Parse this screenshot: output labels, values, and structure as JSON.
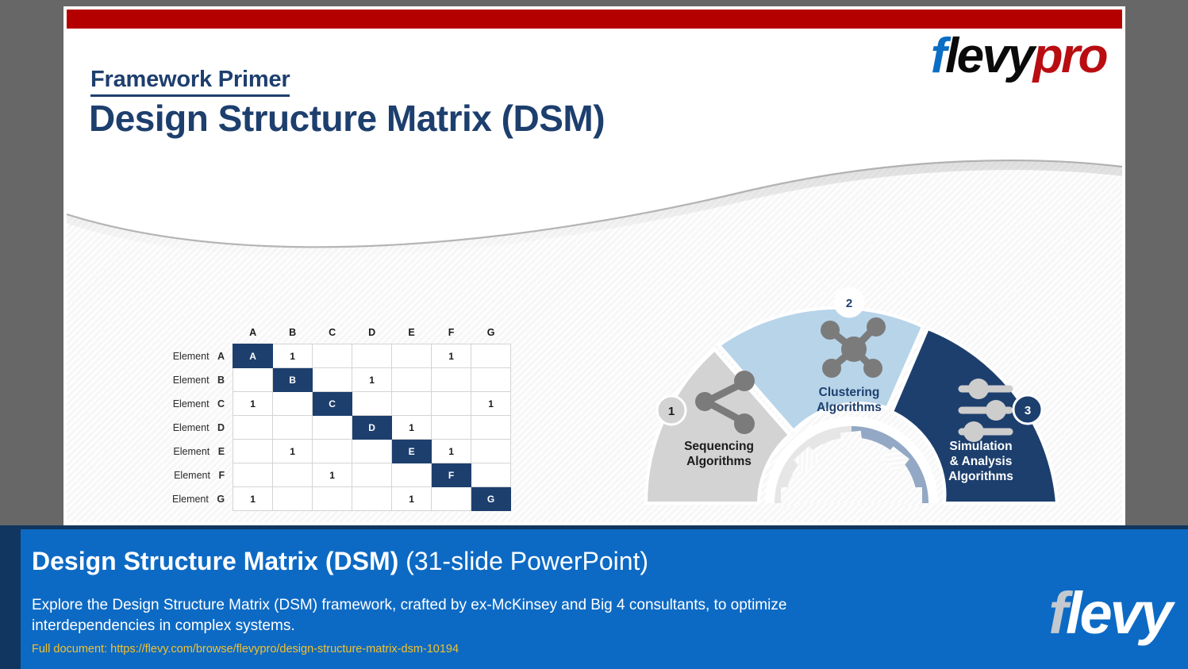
{
  "slide": {
    "eyebrow": "Framework Primer",
    "title": "Design Structure Matrix (DSM)",
    "logo": {
      "part1": "f",
      "part2": "levy",
      "part3": "pro"
    },
    "accent_red": "#b50000",
    "accent_navy": "#1d3f6e"
  },
  "matrix": {
    "column_headers": [
      "A",
      "B",
      "C",
      "D",
      "E",
      "F",
      "G"
    ],
    "row_label_prefix": "Element",
    "row_labels": [
      "A",
      "B",
      "C",
      "D",
      "E",
      "F",
      "G"
    ],
    "rows": [
      {
        "label": "A",
        "cells": [
          "A",
          "1",
          "",
          "",
          "",
          "1",
          ""
        ]
      },
      {
        "label": "B",
        "cells": [
          "",
          "B",
          "",
          "1",
          "",
          "",
          ""
        ]
      },
      {
        "label": "C",
        "cells": [
          "1",
          "",
          "C",
          "",
          "",
          "",
          "1"
        ]
      },
      {
        "label": "D",
        "cells": [
          "",
          "",
          "",
          "D",
          "1",
          "",
          ""
        ]
      },
      {
        "label": "E",
        "cells": [
          "",
          "1",
          "",
          "",
          "E",
          "1",
          ""
        ]
      },
      {
        "label": "F",
        "cells": [
          "",
          "",
          "1",
          "",
          "",
          "F",
          ""
        ]
      },
      {
        "label": "G",
        "cells": [
          "1",
          "",
          "",
          "",
          "1",
          "",
          "G"
        ]
      }
    ]
  },
  "fan": {
    "segments": [
      {
        "number": "1",
        "line1": "Sequencing",
        "line2": "Algorithms",
        "line3": "",
        "fill": "#d3d3d3",
        "text_color": "#1a1a1a",
        "badge_fill": "#d3d3d3",
        "badge_text": "#1a1a1a",
        "icon": "share-nodes-icon"
      },
      {
        "number": "2",
        "line1": "Clustering",
        "line2": "Algorithms",
        "line3": "",
        "fill": "#b7d4e9",
        "text_color": "#1d3f6e",
        "badge_fill": "#ffffff",
        "badge_text": "#1d3f6e",
        "icon": "network-nodes-icon"
      },
      {
        "number": "3",
        "line1": "Simulation",
        "line2": "& Analysis",
        "line3": "Algorithms",
        "fill": "#1d3f6e",
        "text_color": "#ffffff",
        "badge_fill": "#1d3f6e",
        "badge_text": "#ffffff",
        "icon": "sliders-icon"
      }
    ]
  },
  "banner": {
    "title_bold": "Design Structure Matrix (DSM)",
    "title_light": " (31-slide PowerPoint)",
    "description": "Explore the Design Structure Matrix (DSM) framework, crafted by ex-McKinsey and Big 4 consultants, to optimize interdependencies in complex systems.",
    "link": "Full document: https://flevy.com/browse/flevypro/design-structure-matrix-dsm-10194",
    "logo": {
      "part1": "f",
      "part2": "levy"
    },
    "background": "#0d6ac4",
    "link_color": "#f2c12e"
  }
}
